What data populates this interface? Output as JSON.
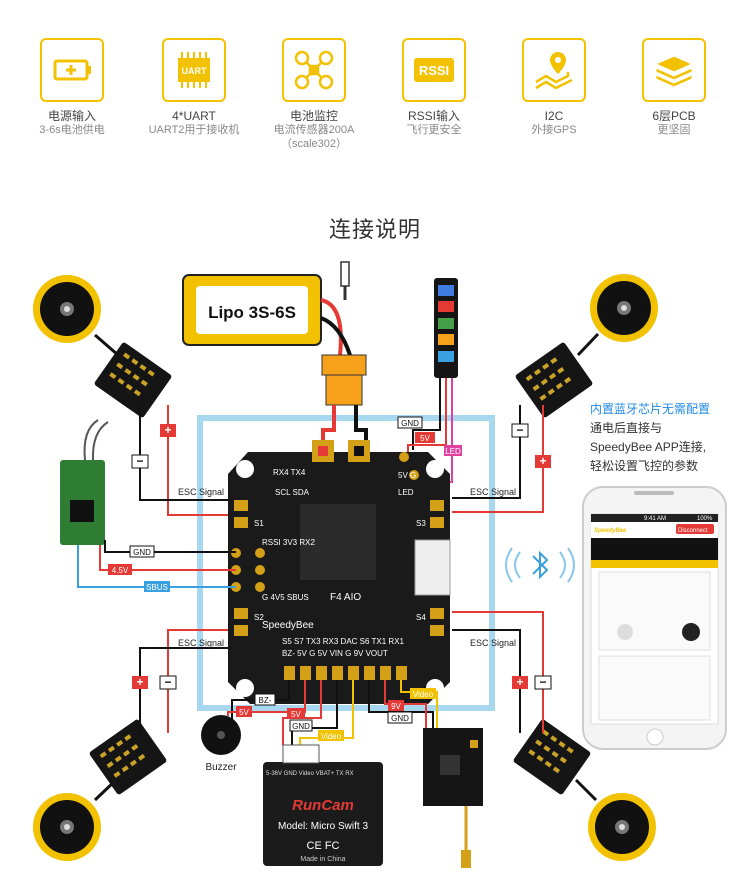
{
  "features": [
    {
      "icon": "battery-icon",
      "line1": "电源输入",
      "line2": "3-6s电池供电"
    },
    {
      "icon": "uart-chip-icon",
      "line1": "4*UART",
      "line2": "UART2用于接收机"
    },
    {
      "icon": "drone-icon",
      "line1": "电池监控",
      "line2": "电流传感器200A",
      "line3": "（scale302）"
    },
    {
      "icon": "rssi-icon",
      "line1": "RSSI输入",
      "line2": "飞行更安全"
    },
    {
      "icon": "gps-map-icon",
      "line1": "I2C",
      "line2": "外接GPS"
    },
    {
      "icon": "pcb-layers-icon",
      "line1": "6层PCB",
      "line2": "更坚固"
    }
  ],
  "section_title": "连接说明",
  "battery": {
    "label": "Lipo 3S-6S"
  },
  "bluetooth_text": {
    "line1": "内置蓝牙芯片无需配置",
    "line2": "通电后直接与",
    "line3": "SpeedyBee APP连接,",
    "line4": "轻松设置飞控的参数"
  },
  "wire_labels": {
    "gnd": "GND",
    "v5": "5V",
    "led": "LED",
    "v45": "4.5V",
    "sbus": "SBUS",
    "esc_signal": "ESC Signal",
    "bz": "BZ-",
    "video": "Video",
    "v9": "9V",
    "plus": "+",
    "minus": "−"
  },
  "fc": {
    "txt_top_left": "RX4 TX4",
    "txt_top_mid": "SCL SDA",
    "txt_left": "RSSI 3V3 RX2",
    "txt_left2": "G 4V5 SBUS",
    "txt_brand": "SpeedyBee",
    "txt_model": "F4 AIO",
    "txt_bottom": "S5 S7 TX3 RX3 DAC S6 TX1 RX1",
    "txt_bottom2": "BZ- 5V G 5V VIN G 9V VOUT",
    "txt_led": "LED",
    "txt_5vg": "5V G",
    "s1": "S1",
    "s2": "S2",
    "s3": "S3",
    "s4": "S4"
  },
  "buzzer": {
    "label": "Buzzer"
  },
  "camera": {
    "brand": "RunCam",
    "model": "Model: Micro Swift 3",
    "marks": "CE FC",
    "made": "Made in China",
    "pins": "5-36V GND Video VBAT+ TX RX"
  },
  "phone": {
    "time": "9:41 AM",
    "battery": "100%",
    "app": "SpeedyBee",
    "disconnect": "Disconnect"
  },
  "colors": {
    "accent_yellow": "#f2c200",
    "wire_red": "#e53935",
    "wire_blue": "#3aa0e0",
    "frame_blue": "#a8d8f0",
    "board": "#1a1a1a",
    "pad": "#d4a017"
  }
}
